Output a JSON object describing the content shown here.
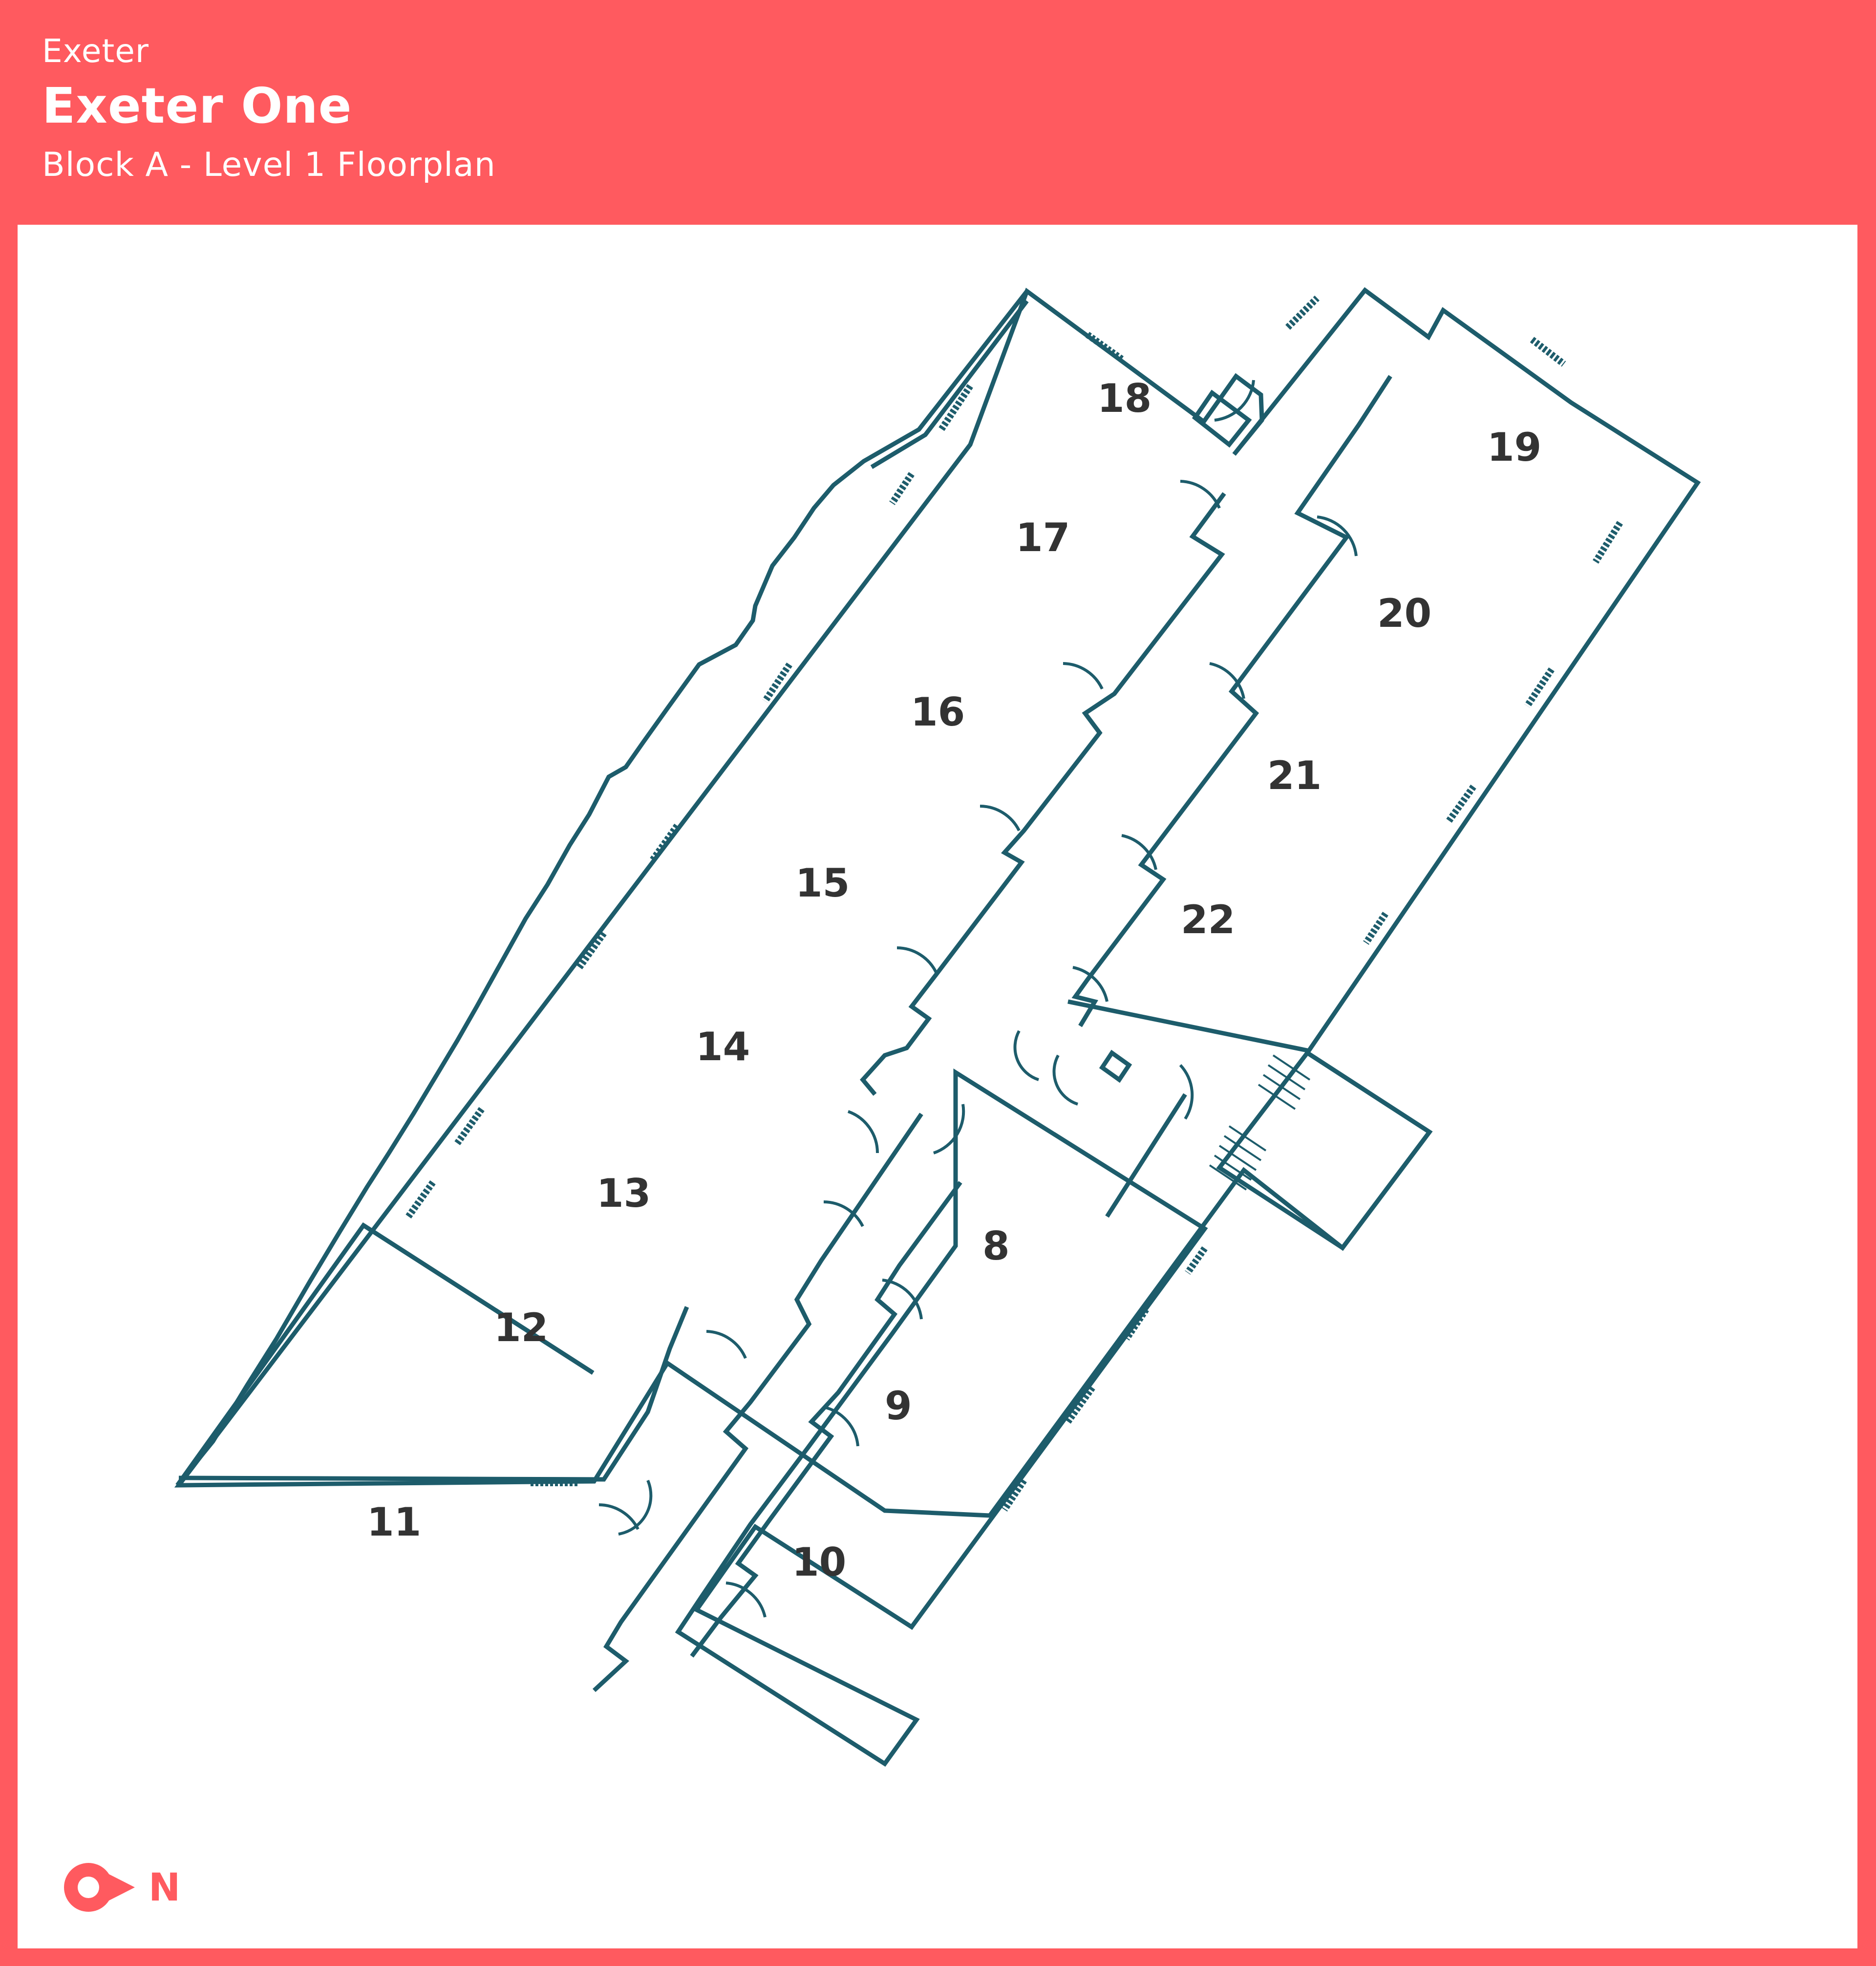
{
  "header": {
    "city": "Exeter",
    "title": "Exeter One",
    "subtitle": "Block A - Level 1 Floorplan"
  },
  "rooms": [
    "18",
    "17",
    "16",
    "15",
    "14",
    "13",
    "12",
    "11",
    "19",
    "20",
    "21",
    "22",
    "8",
    "9",
    "10"
  ],
  "compass": {
    "label": "N",
    "icon": "north-pin-icon"
  },
  "colors": {
    "background": "#ff5a5f",
    "panel": "#ffffff",
    "wall": "#1d5c6b",
    "label": "#333333",
    "accent": "#ff5a5f"
  }
}
